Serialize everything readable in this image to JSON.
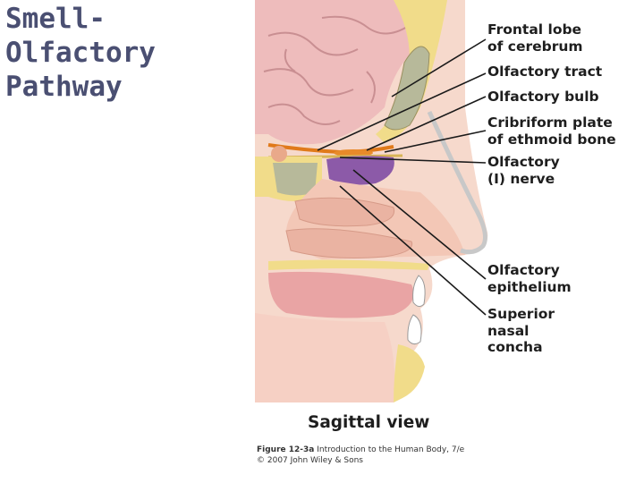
{
  "title": {
    "line1": "Smell-",
    "line2": "Olfactory",
    "line3": "Pathway"
  },
  "labels": {
    "frontal_lobe": {
      "line1": "Frontal lobe",
      "line2": "of cerebrum"
    },
    "olfactory_tract": "Olfactory tract",
    "olfactory_bulb": "Olfactory bulb",
    "cribriform": {
      "line1": "Cribriform plate",
      "line2": "of ethmoid bone"
    },
    "olfactory_nerve": {
      "line1": "Olfactory",
      "line2": "(I) nerve"
    },
    "epithelium": {
      "line1": "Olfactory",
      "line2": "epithelium"
    },
    "concha": {
      "line1": "Superior",
      "line2": "nasal",
      "line3": "concha"
    }
  },
  "view_label": "Sagittal view",
  "credit": {
    "figure": "Figure 12-3a",
    "book": "Introduction to the Human Body, 7/e",
    "copyright": "© 2007 John Wiley & Sons"
  },
  "colors": {
    "brain": "#eebcbc",
    "bone": "#f1dc8a",
    "sinus": "#b7b99a",
    "nerve": "#e07a1a",
    "concha": "#8c5aa8",
    "mucosa": "#f3c7b6",
    "leader_line": "#1a1a1a"
  }
}
